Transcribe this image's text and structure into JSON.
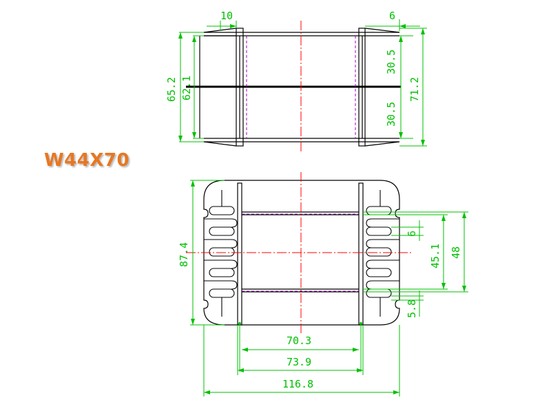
{
  "title": "W44X70",
  "colors": {
    "outline": "#000000",
    "dimension": "#00c000",
    "centerline": "#ff0000",
    "hidden": "#a000c0",
    "title": "#e87722"
  },
  "top_view": {
    "dims": {
      "d10": "10",
      "d6": "6",
      "d65_2": "65.2",
      "d62_1": "62.1",
      "d30_5_top": "30.5",
      "d30_5_bottom": "30.5",
      "d71_2": "71.2"
    }
  },
  "front_view": {
    "dims": {
      "d87_4": "87.4",
      "d6": "6",
      "d45_1": "45.1",
      "d48": "48",
      "d5_8": "5.8",
      "d70_3": "70.3",
      "d73_9": "73.9",
      "d116_8": "116.8"
    }
  }
}
